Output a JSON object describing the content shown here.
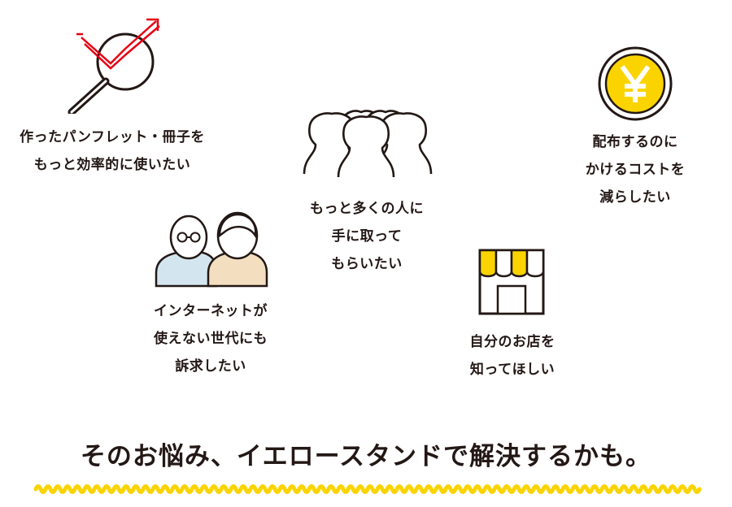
{
  "items": {
    "pamphlet": {
      "line1": "作ったパンフレット・冊子を",
      "line2": "もっと効率的に使いたい"
    },
    "people": {
      "line1": "もっと多くの人に",
      "line2": "手に取って",
      "line3": "もらいたい"
    },
    "cost": {
      "line1": "配布するのに",
      "line2": "かけるコストを",
      "line3": "減らしたい"
    },
    "elderly": {
      "line1": "インターネットが",
      "line2": "使えない世代にも",
      "line3": "訴求したい"
    },
    "store": {
      "line1": "自分のお店を",
      "line2": "知ってほしい"
    }
  },
  "headline": "そのお悩み、イエロースタンドで解決するかも。",
  "icons": {
    "pamphlet": "magnifier-chart-icon",
    "people": "crowd-icon",
    "cost": "yen-coin-icon",
    "elderly": "elderly-couple-icon",
    "store": "storefront-icon"
  },
  "colors": {
    "accent_red": "#e60012",
    "accent_yellow": "#fbd400",
    "text": "#231815",
    "skin_blue": "#d3e6f0",
    "skin_beige": "#f3dfbf"
  }
}
